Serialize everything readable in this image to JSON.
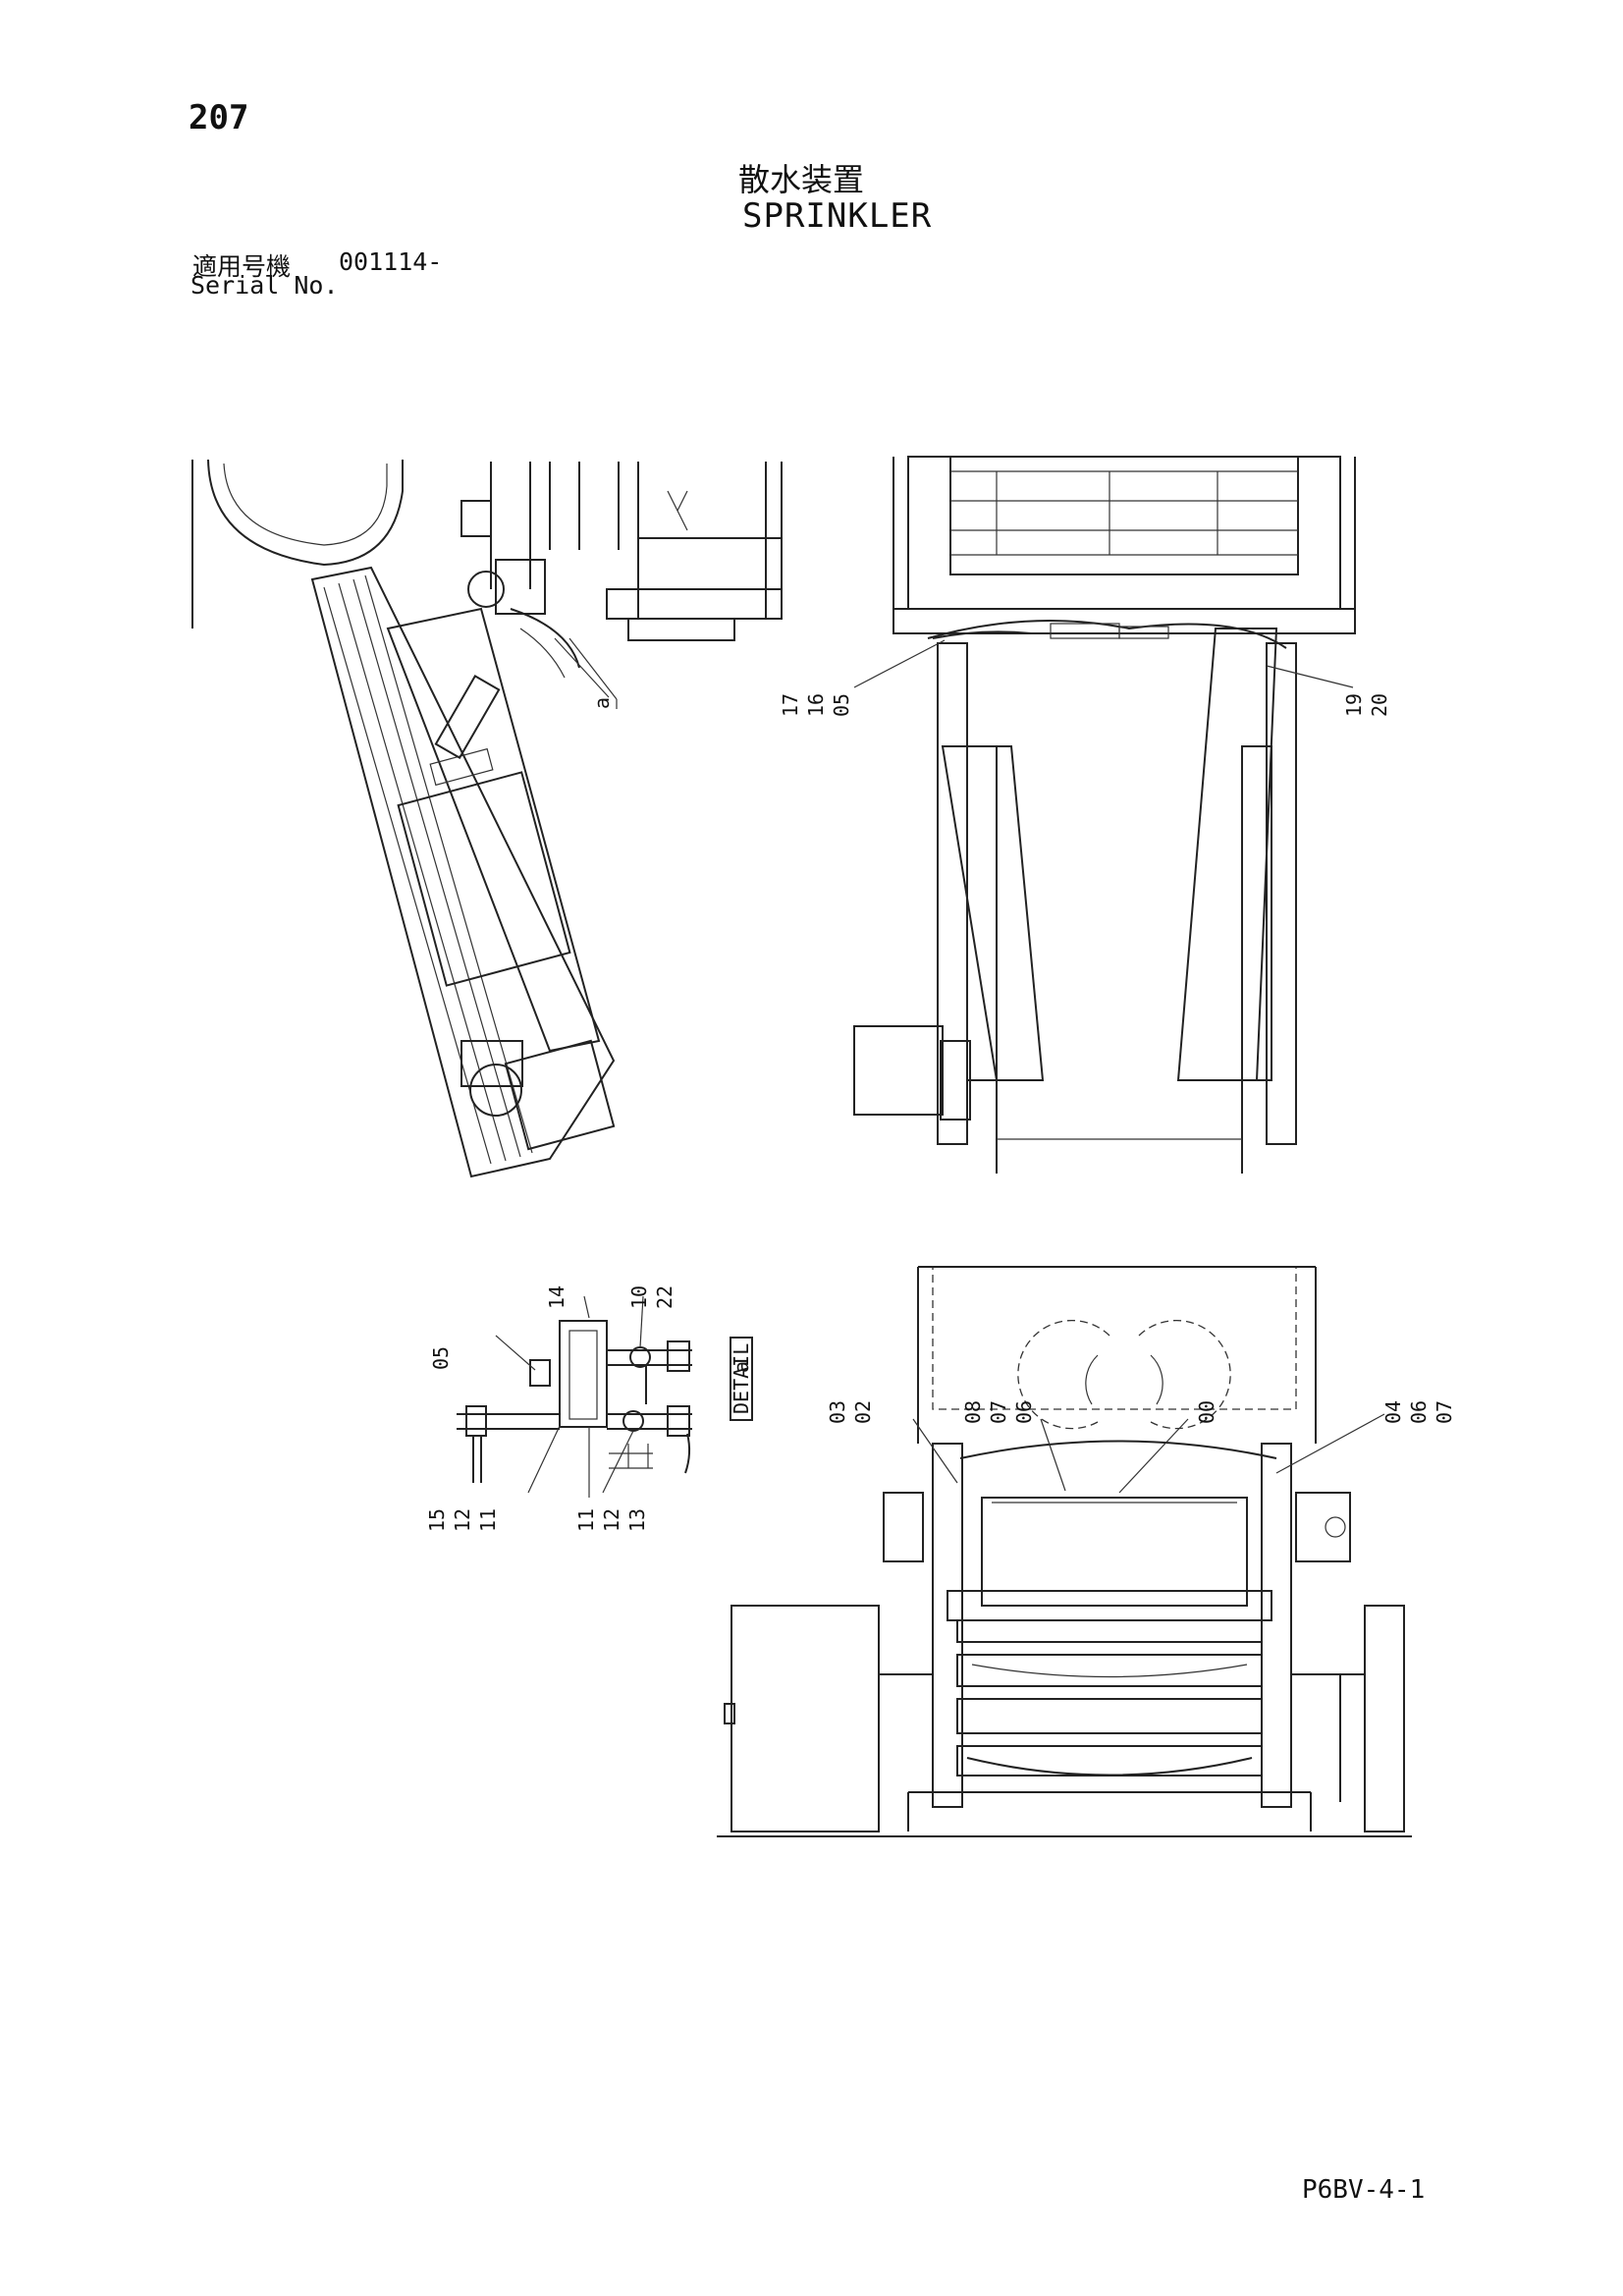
{
  "header": {
    "page_number": "207",
    "title_jp": "散水装置",
    "title_en": "SPRINKLER",
    "serial_label_jp": "適用号機",
    "serial_value": "001114-",
    "serial_label_en": "Serial No."
  },
  "callouts": {
    "top_left": [
      "a"
    ],
    "top_right_left": [
      "17",
      "16",
      "05"
    ],
    "top_right_right": [
      "19",
      "20"
    ],
    "detail_top": [
      "14",
      "10",
      "22"
    ],
    "detail_left": [
      "05"
    ],
    "detail_bottom_left": [
      "15",
      "12",
      "11"
    ],
    "detail_bottom_right": [
      "11",
      "12",
      "13"
    ],
    "detail_tag": "a",
    "detail_tag_text": "DETAIL",
    "bottom_left": [
      "03",
      "02"
    ],
    "bottom_mid": [
      "08",
      "07",
      "06"
    ],
    "bottom_center": [
      "00"
    ],
    "bottom_right": [
      "04",
      "06",
      "07"
    ]
  },
  "footer": {
    "doc_code": "P6BV-4-1"
  }
}
